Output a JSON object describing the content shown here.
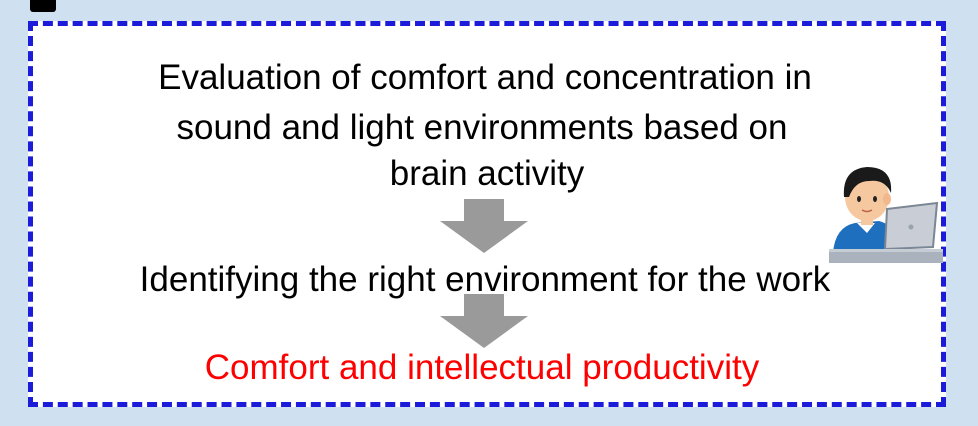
{
  "diagram": {
    "step_1_line_1": "Evaluation of comfort and concentration in",
    "step_1_line_2": "sound and light environments based on",
    "step_1_line_3": "brain activity",
    "step_2": "Identifying the right environment for the work",
    "step_3": "Comfort and intellectual productivity"
  },
  "colors": {
    "background": "#cfe0f1",
    "border": "#1b1bd9",
    "arrow": "#9a9a9a",
    "highlight_text": "#ff0000"
  },
  "icons": {
    "flow_arrow": "down-arrow-icon",
    "illustration": "person-at-laptop-icon"
  }
}
